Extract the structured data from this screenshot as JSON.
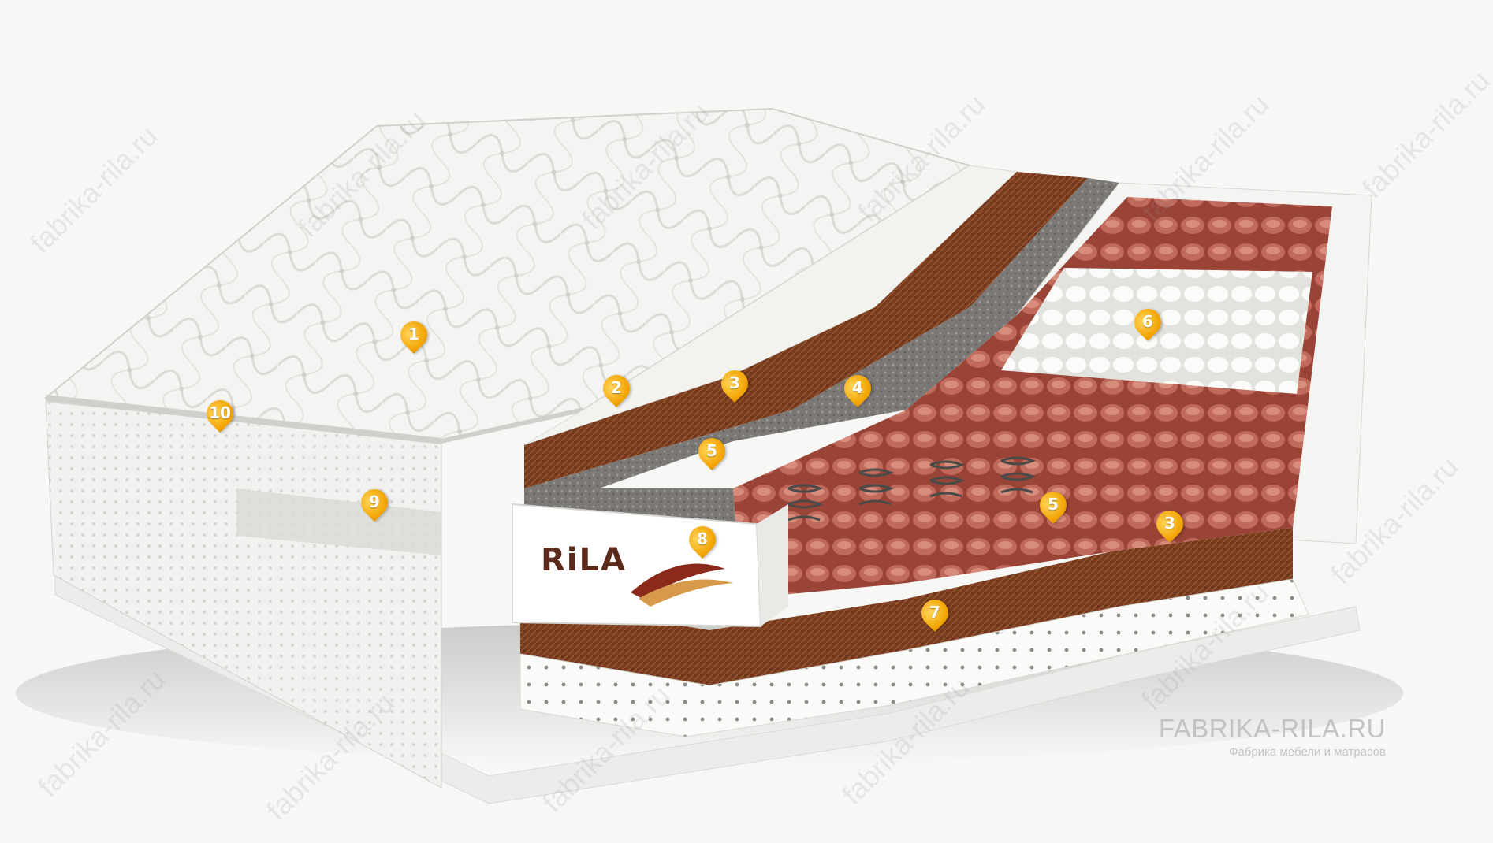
{
  "watermark_text": "fabrika-rila.ru",
  "brand": {
    "logo_text": "RiLA"
  },
  "caption": {
    "site_title": "FABRIKA-RILA.RU",
    "site_subtitle": "Фабрика мебели и матрасов"
  },
  "markers": [
    {
      "label": "1"
    },
    {
      "label": "2"
    },
    {
      "label": "3"
    },
    {
      "label": "4"
    },
    {
      "label": "5"
    },
    {
      "label": "6"
    },
    {
      "label": "5"
    },
    {
      "label": "3"
    },
    {
      "label": "7"
    },
    {
      "label": "8"
    },
    {
      "label": "9"
    },
    {
      "label": "10"
    }
  ],
  "colors": {
    "marker": "#f2a300",
    "coir": "#7a3d1f",
    "spring_red": "#b45a4c",
    "fabric": "#f3f3f1",
    "background": "#f7f7f5"
  }
}
